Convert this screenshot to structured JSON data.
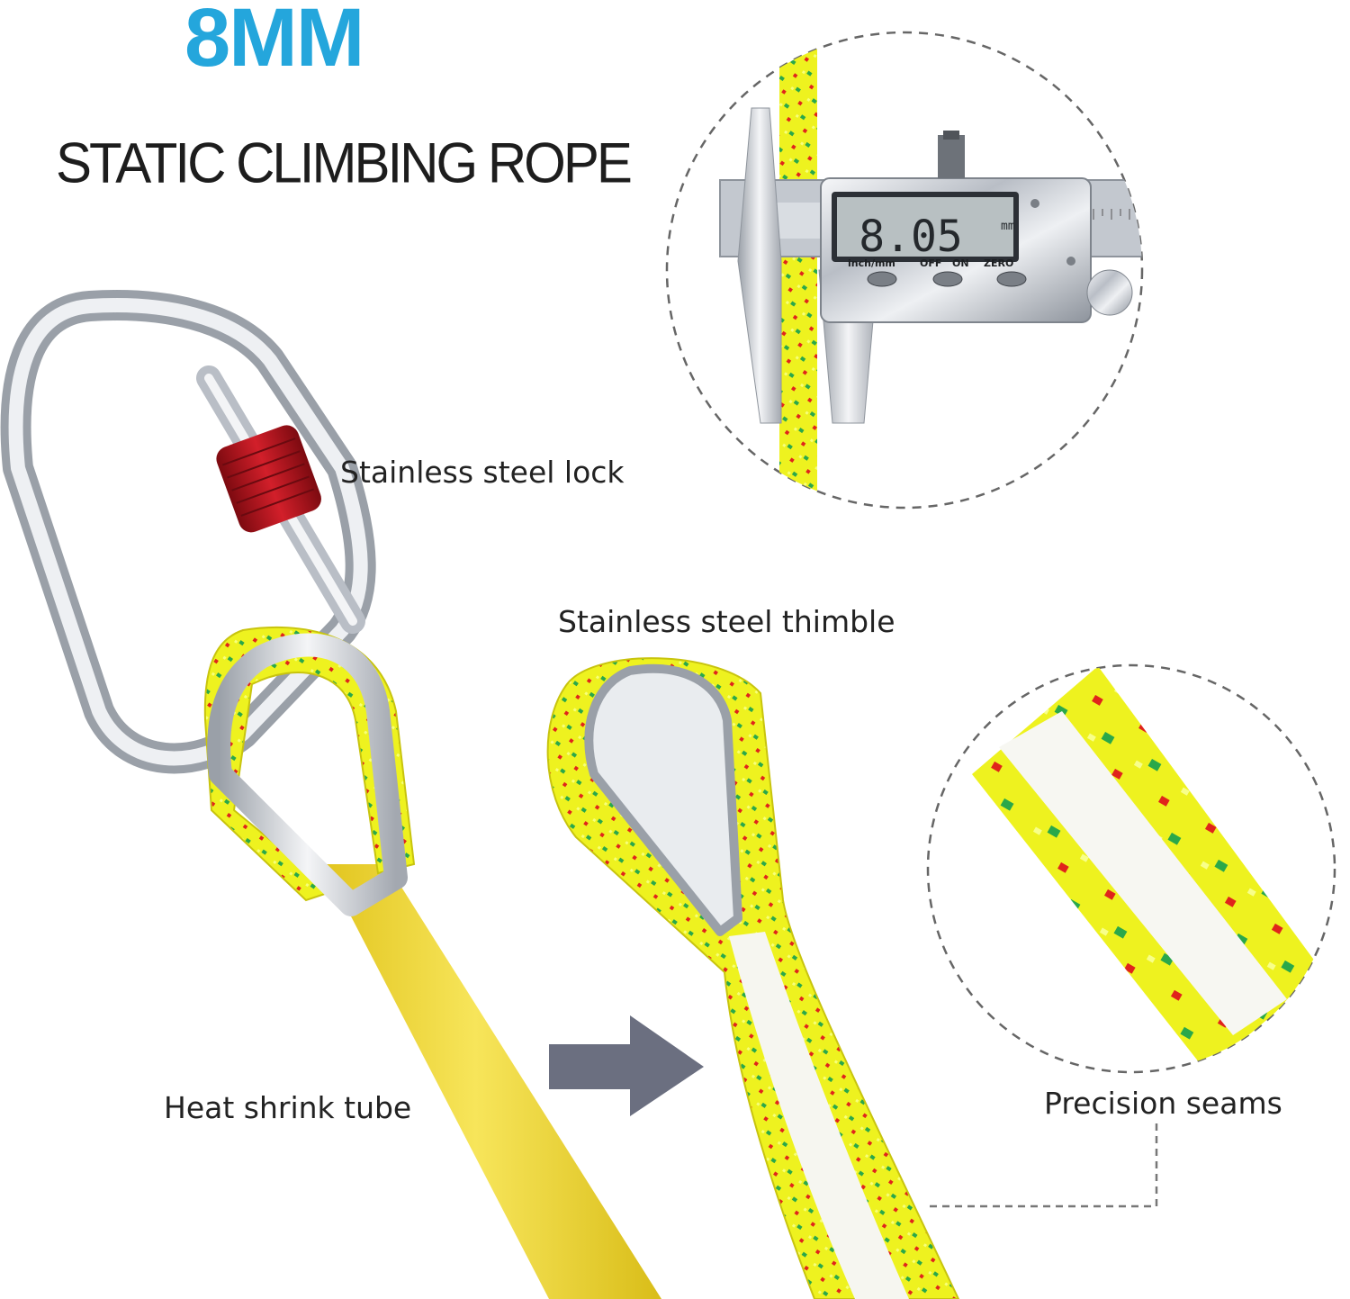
{
  "headline": "8MM",
  "subtitle": "STATIC CLIMBING ROPE",
  "labels": {
    "lock": "Stainless steel lock",
    "thimble": "Stainless steel thimble",
    "heat_tube": "Heat shrink tube",
    "seams": "Precision seams"
  },
  "caliper": {
    "reading": "8.05",
    "unit": "mm",
    "buttons": [
      "inch/mm",
      "OFF",
      "ON",
      "ZERO"
    ]
  },
  "colors": {
    "headline": "#24a6dc",
    "rope_yellow": "#eef21f",
    "rope_red": "#e0241b",
    "rope_green": "#2aa84a",
    "heat_tube": "#f2df3c",
    "carabiner_lock": "#b3121c",
    "arrow": "#6b6f80"
  }
}
